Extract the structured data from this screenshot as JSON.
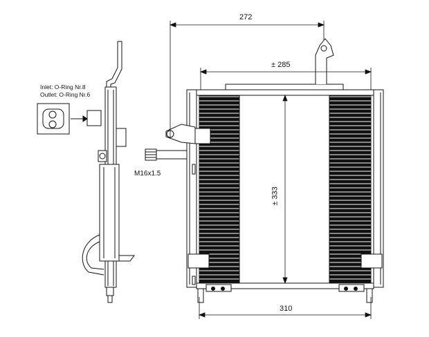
{
  "dimensions": {
    "bracket_offset": "272",
    "core_width": "± 285",
    "core_height": "± 333",
    "overall_width": "310"
  },
  "fitting": {
    "thread": "M16x1.5",
    "inlet_note": "Inlet: O-Ring Nr.8",
    "outlet_note": "Outlet: O-Ring Nr.6"
  },
  "colors": {
    "line": "#111111",
    "fill": "#111111",
    "paper": "#ffffff"
  }
}
